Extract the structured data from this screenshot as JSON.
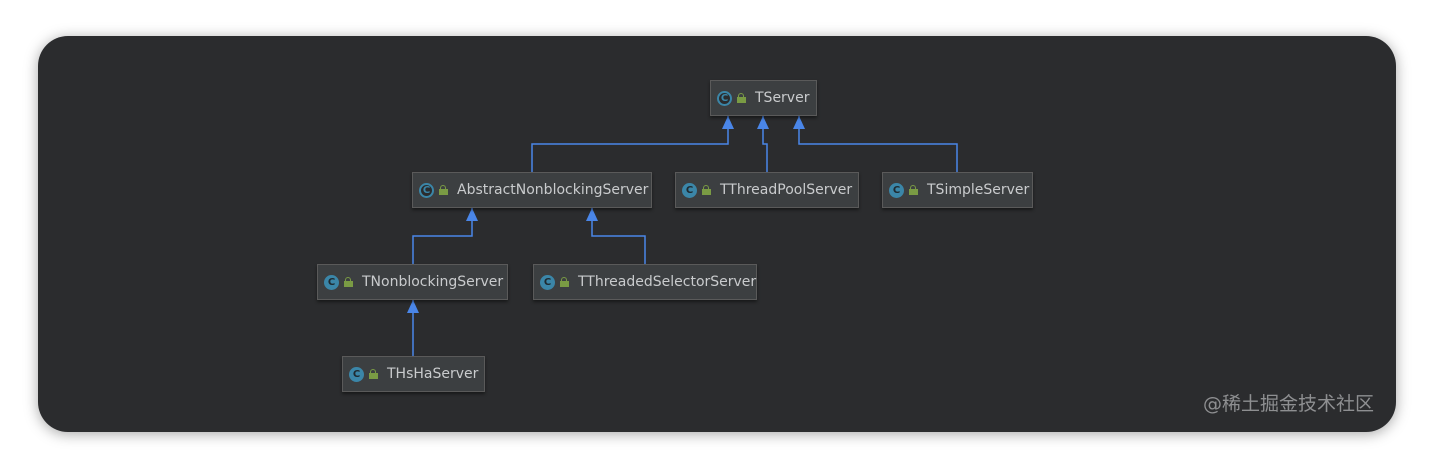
{
  "diagram": {
    "nodes": [
      {
        "id": "tserver",
        "label": "TServer",
        "abstract": true
      },
      {
        "id": "abstract-nonblocking",
        "label": "AbstractNonblockingServer",
        "abstract": true
      },
      {
        "id": "tthreadpool",
        "label": "TThreadPoolServer",
        "abstract": false
      },
      {
        "id": "tsimple",
        "label": "TSimpleServer",
        "abstract": false
      },
      {
        "id": "tnonblocking",
        "label": "TNonblockingServer",
        "abstract": false
      },
      {
        "id": "tthreadedselector",
        "label": "TThreadedSelectorServer",
        "abstract": false
      },
      {
        "id": "thsha",
        "label": "THsHaServer",
        "abstract": false
      }
    ],
    "edges": [
      {
        "from": "abstract-nonblocking",
        "to": "tserver"
      },
      {
        "from": "tthreadpool",
        "to": "tserver"
      },
      {
        "from": "tsimple",
        "to": "tserver"
      },
      {
        "from": "tnonblocking",
        "to": "abstract-nonblocking"
      },
      {
        "from": "tthreadedselector",
        "to": "abstract-nonblocking"
      },
      {
        "from": "thsha",
        "to": "tnonblocking"
      }
    ],
    "icons": {
      "class": "class-c-icon",
      "visibility": "lock-icon"
    },
    "icon_letter": "C",
    "colors": {
      "edge": "#4a86e8",
      "class_icon": "#3b86a8",
      "lock": "#7a9b44",
      "background": "#2b2c2e"
    }
  },
  "watermark": "@稀土掘金技术社区"
}
